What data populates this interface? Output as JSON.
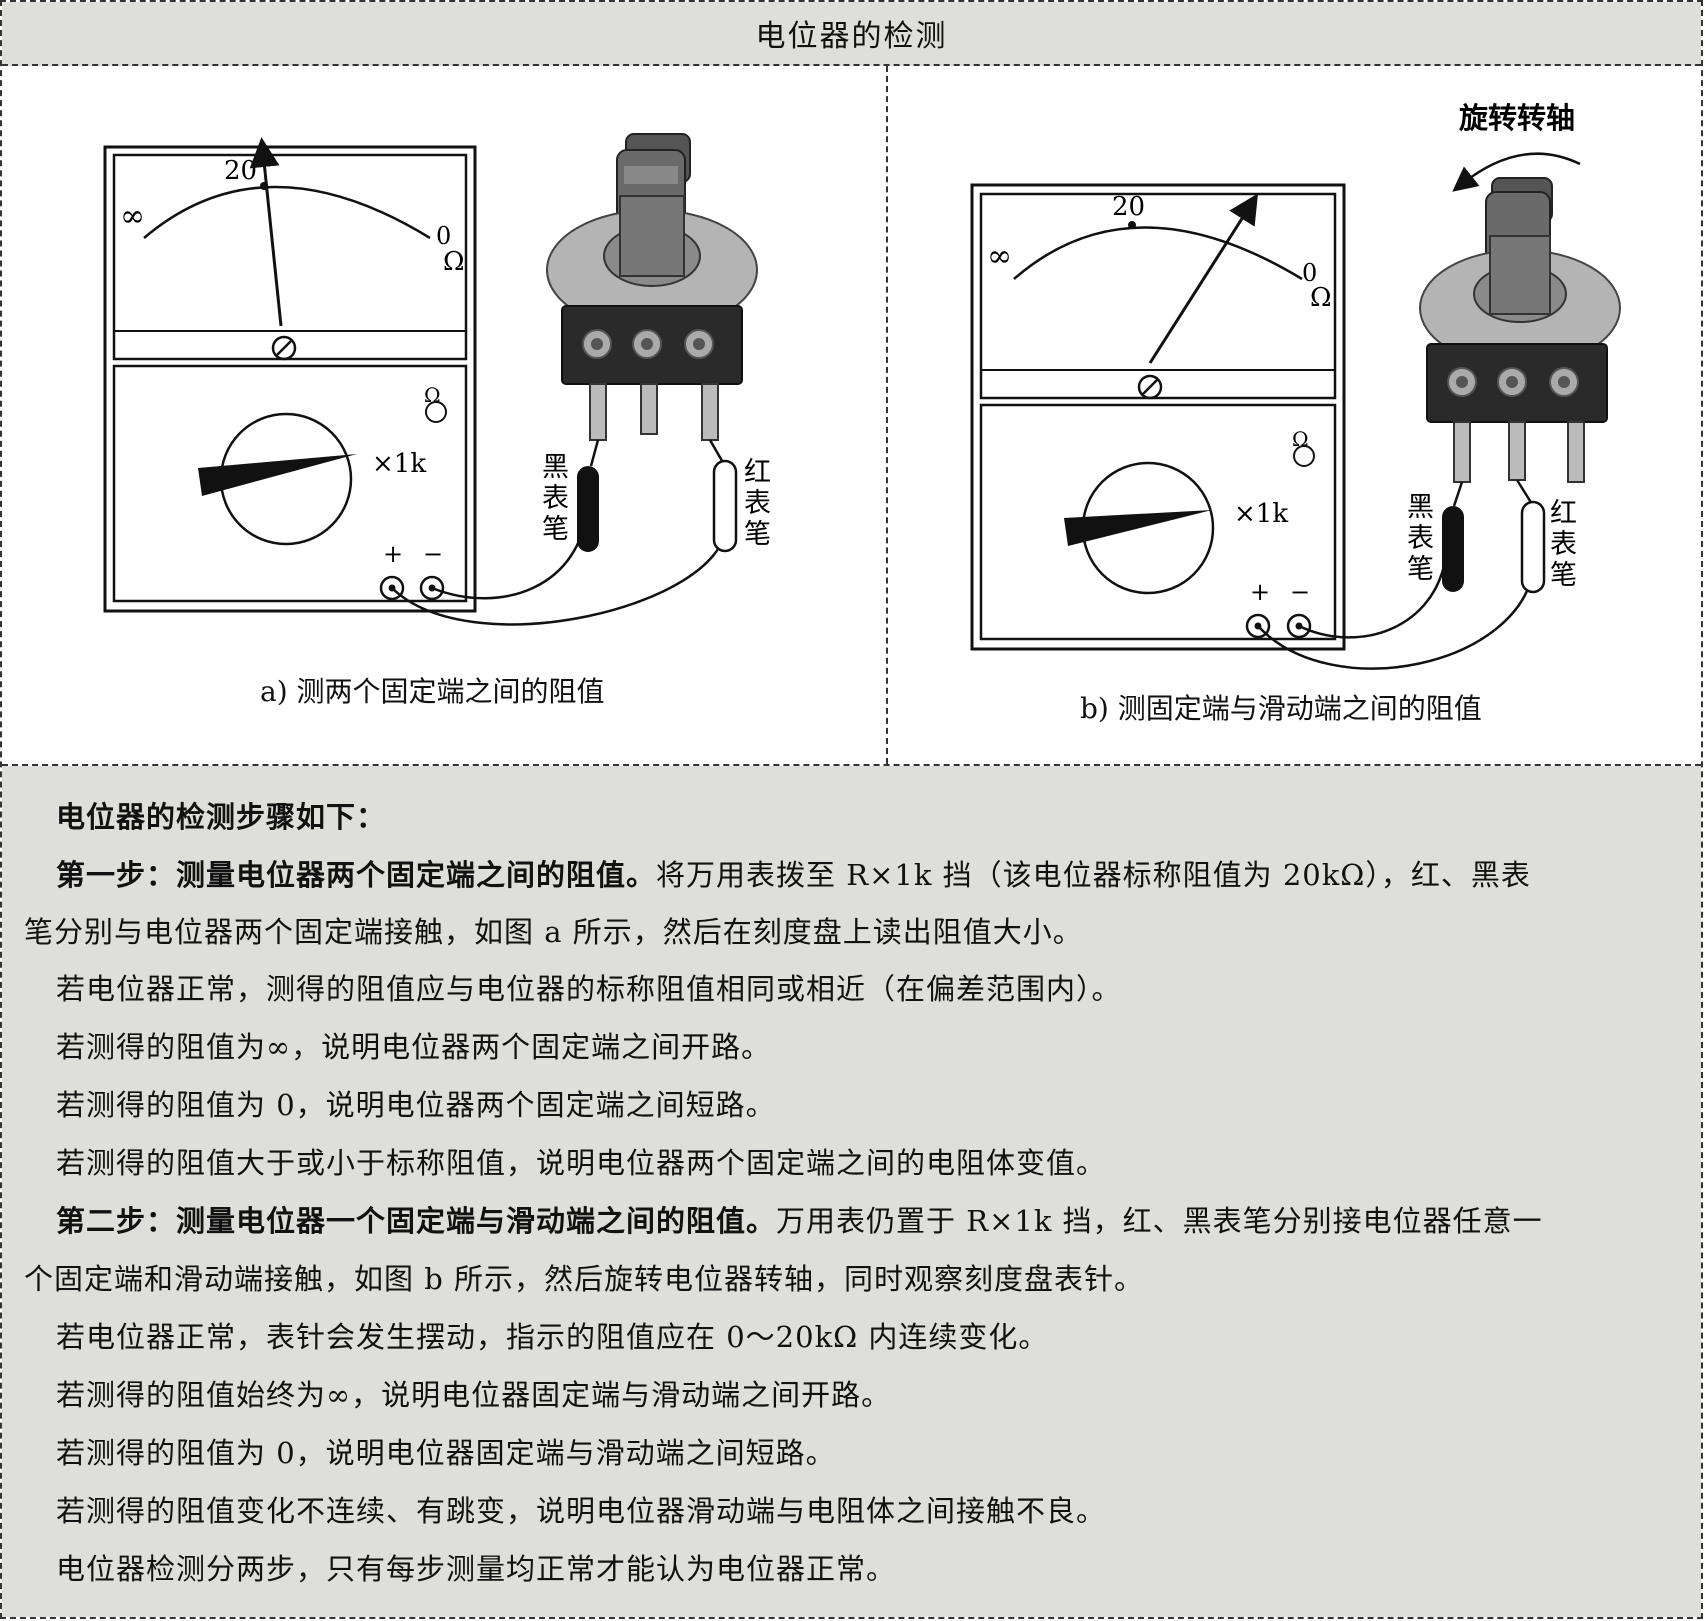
{
  "title": "电位器的检测",
  "figure_a": {
    "caption": "a) 测两个固定端之间的阻值",
    "scale_infinity": "∞",
    "scale_20": "20",
    "scale_zero": "0",
    "scale_ohm": "Ω",
    "range_label": "×1k",
    "plus": "+",
    "minus": "−",
    "black_probe": [
      "黑",
      "表",
      "笔"
    ],
    "red_probe": [
      "红",
      "表",
      "笔"
    ]
  },
  "figure_b": {
    "caption": "b) 测固定端与滑动端之间的阻值",
    "rotate_label": "旋转转轴",
    "scale_infinity": "∞",
    "scale_20": "20",
    "scale_zero": "0",
    "scale_ohm": "Ω",
    "range_label": "×1k",
    "plus": "+",
    "minus": "−",
    "black_probe": [
      "黑",
      "表",
      "笔"
    ],
    "red_probe": [
      "红",
      "表",
      "笔"
    ]
  },
  "text": {
    "intro": "电位器的检测步骤如下：",
    "step1_bold": "第一步：测量电位器两个固定端之间的阻值。",
    "step1_rest": "将万用表拨至 R×1k 挡（该电位器标称阻值为 20kΩ），红、黑表",
    "step1_cont": "笔分别与电位器两个固定端接触，如图 a 所示，然后在刻度盘上读出阻值大小。",
    "s1_l1": "若电位器正常，测得的阻值应与电位器的标称阻值相同或相近（在偏差范围内）。",
    "s1_l2": "若测得的阻值为∞，说明电位器两个固定端之间开路。",
    "s1_l3": "若测得的阻值为 0，说明电位器两个固定端之间短路。",
    "s1_l4": "若测得的阻值大于或小于标称阻值，说明电位器两个固定端之间的电阻体变值。",
    "step2_bold": "第二步：测量电位器一个固定端与滑动端之间的阻值。",
    "step2_rest": "万用表仍置于 R×1k 挡，红、黑表笔分别接电位器任意一",
    "step2_cont": "个固定端和滑动端接触，如图 b 所示，然后旋转电位器转轴，同时观察刻度盘表针。",
    "s2_l1": "若电位器正常，表针会发生摆动，指示的阻值应在 0～20kΩ 内连续变化。",
    "s2_l2": "若测得的阻值始终为∞，说明电位器固定端与滑动端之间开路。",
    "s2_l3": "若测得的阻值为 0，说明电位器固定端与滑动端之间短路。",
    "s2_l4": "若测得的阻值变化不连续、有跳变，说明电位器滑动端与电阻体之间接触不良。",
    "conclusion": "电位器检测分两步，只有每步测量均正常才能认为电位器正常。"
  },
  "colors": {
    "header_bg": "#dededa",
    "text_bg": "#dededa",
    "ink": "#111111"
  }
}
